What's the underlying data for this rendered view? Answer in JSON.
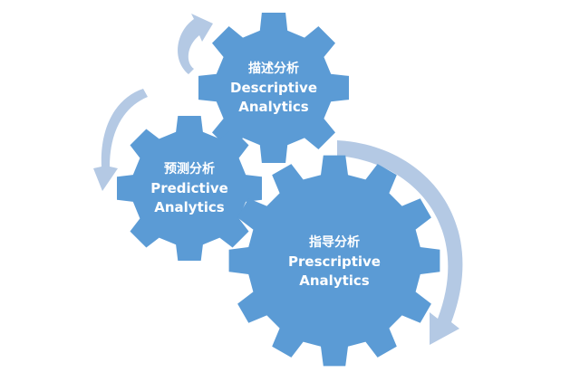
{
  "colors": {
    "gear_fill": "#5b9bd5",
    "arrow_fill": "#b4c9e4",
    "label_text": "#ffffff",
    "background": "#ffffff"
  },
  "gears": [
    {
      "id": "descriptive",
      "label_zh": "描述分析",
      "label_en_line1": "Descriptive",
      "label_en_line2": "Analytics"
    },
    {
      "id": "predictive",
      "label_zh": "预测分析",
      "label_en_line1": "Predictive",
      "label_en_line2": "Analytics"
    },
    {
      "id": "prescriptive",
      "label_zh": "指导分析",
      "label_en_line1": "Prescriptive",
      "label_en_line2": "Analytics"
    }
  ],
  "arrows": [
    {
      "id": "arrow-descriptive-loop",
      "icon": "curved-arrow-icon"
    },
    {
      "id": "arrow-to-predictive",
      "icon": "curved-arrow-icon"
    },
    {
      "id": "arrow-to-prescriptive",
      "icon": "curved-arrow-icon"
    }
  ]
}
